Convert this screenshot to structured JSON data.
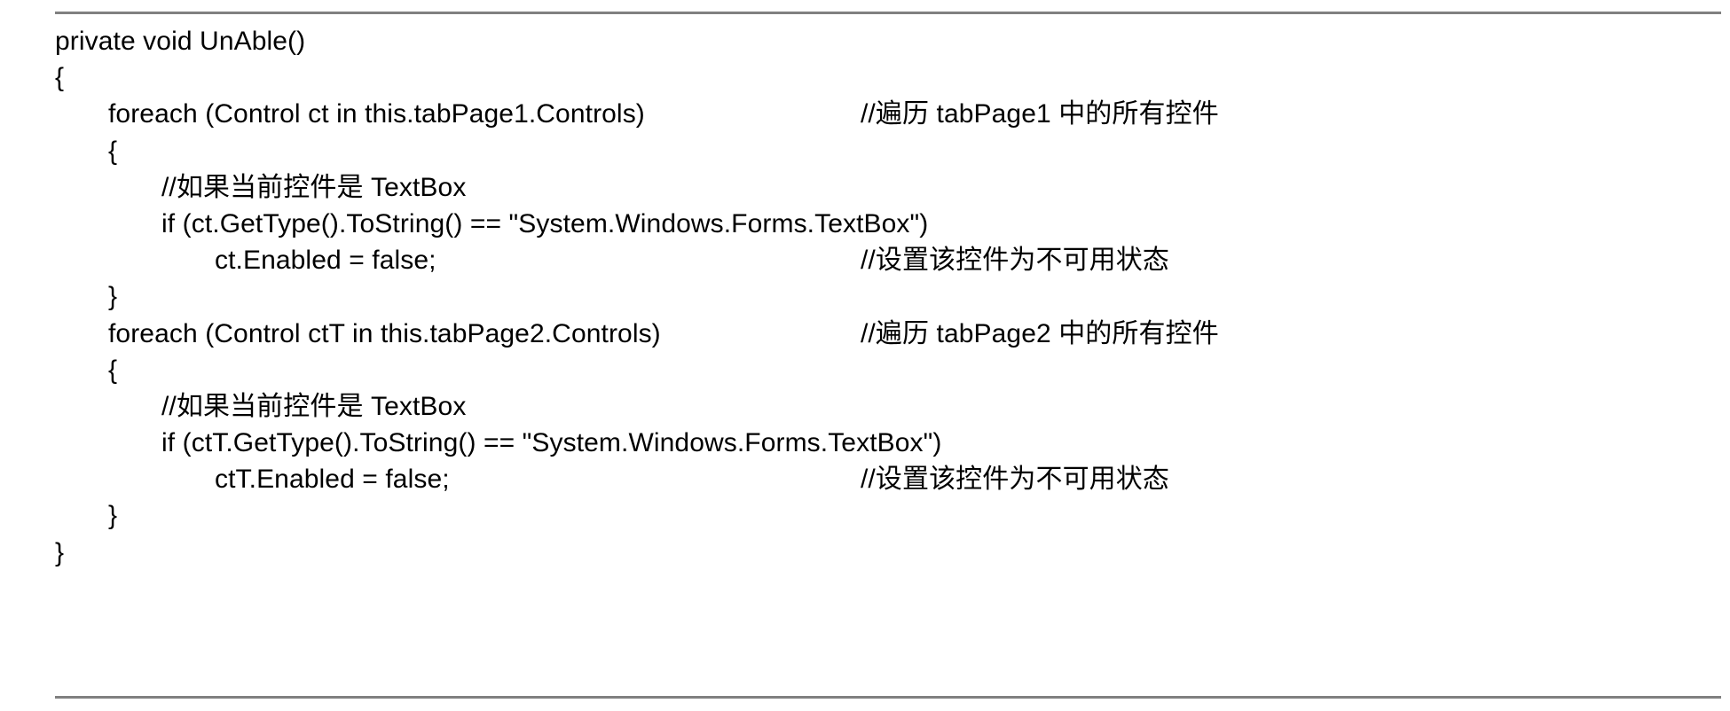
{
  "figure": {
    "kind": "code-listing",
    "language": "C#",
    "rule_color": "#808080",
    "text_color": "#000000",
    "background_color": "#ffffff"
  },
  "code": {
    "lines": [
      {
        "indent": 0,
        "text": "private void UnAble()",
        "comment": ""
      },
      {
        "indent": 0,
        "text": "{",
        "comment": ""
      },
      {
        "indent": 1,
        "text": "foreach (Control ct in this.tabPage1.Controls)",
        "comment": "//遍历 tabPage1 中的所有控件"
      },
      {
        "indent": 1,
        "text": "{",
        "comment": ""
      },
      {
        "indent": 2,
        "text": "//如果当前控件是 TextBox",
        "comment": ""
      },
      {
        "indent": 2,
        "text": "if (ct.GetType().ToString() == \"System.Windows.Forms.TextBox\")",
        "comment": ""
      },
      {
        "indent": 3,
        "text": "ct.Enabled = false;",
        "comment": "//设置该控件为不可用状态"
      },
      {
        "indent": 1,
        "text": "}",
        "comment": ""
      },
      {
        "indent": 1,
        "text": "foreach (Control ctT in this.tabPage2.Controls)",
        "comment": "//遍历 tabPage2 中的所有控件"
      },
      {
        "indent": 1,
        "text": "{",
        "comment": ""
      },
      {
        "indent": 2,
        "text": "//如果当前控件是 TextBox",
        "comment": ""
      },
      {
        "indent": 2,
        "text": "if (ctT.GetType().ToString() == \"System.Windows.Forms.TextBox\")",
        "comment": ""
      },
      {
        "indent": 3,
        "text": "ctT.Enabled = false;",
        "comment": "//设置该控件为不可用状态"
      },
      {
        "indent": 1,
        "text": "}",
        "comment": ""
      },
      {
        "indent": 0,
        "text": "}",
        "comment": ""
      }
    ]
  }
}
